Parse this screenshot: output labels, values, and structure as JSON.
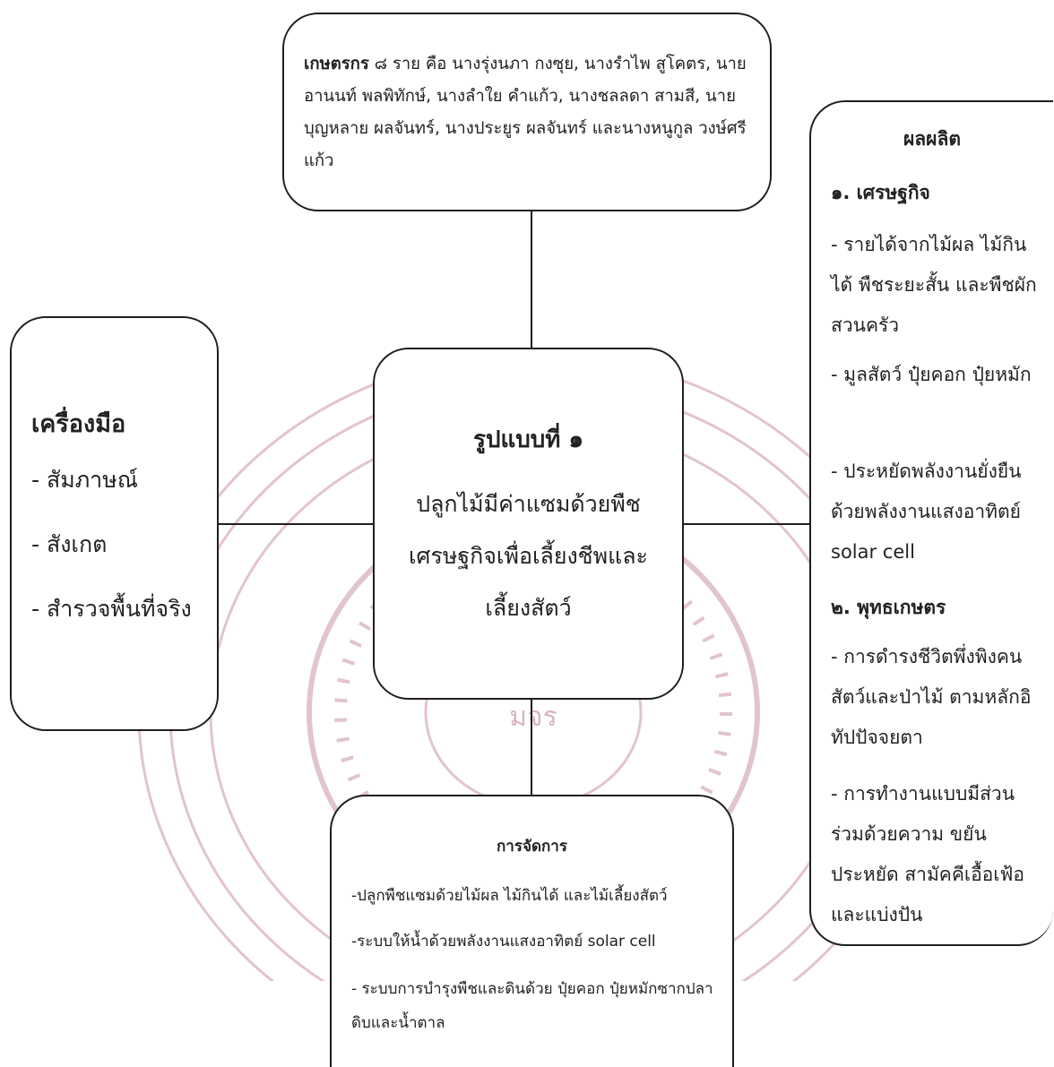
{
  "farmers": {
    "label": "เกษตรกร",
    "text": " ๘ ราย คือ นางรุ่งนภา กงซุย, นางรำไพ สูโคตร, นายอานนท์ พลพิทักษ์, นางลำใย คำแก้ว, นางชลลดา สามสี, นายบุญหลาย ผลจันทร์, นางประยูร ผลจันทร์ และนางหนูกูล วงษ์ศรีแก้ว"
  },
  "tools": {
    "title": "เครื่องมือ",
    "items": [
      "- สัมภาษณ์",
      "- สังเกต",
      "- สำรวจพื้นที่จริง"
    ]
  },
  "center": {
    "title": "รูปแบบที่ ๑",
    "description": "ปลูกไม้มีค่าแซมด้วยพืชเศรษฐกิจเพื่อเลี้ยงชีพและเลี้ยงสัตว์"
  },
  "products": {
    "title": "ผลผลิต",
    "section1": {
      "heading": "๑. เศรษฐกิจ",
      "items": [
        "- รายได้จากไม้ผล ไม้กินได้ พืชระยะสั้น และพืชผักสวนครัว",
        "- มูลสัตว์ ปุ๋ยคอก ปุ๋ยหมัก",
        "- ประหยัดพลังงานยั่งยืน ด้วยพลังงานแสงอาทิตย์ solar cell"
      ]
    },
    "section2": {
      "heading": "๒. พุทธเกษตร",
      "items": [
        "- การดำรงชีวิตพึ่งพิงคน สัตว์และป่าไม้ ตามหลักอิทัปปัจจยตา",
        "- การทำงานแบบมีส่วนร่วมด้วยความ ขยัน ประหยัด สามัคคีเอื้อเฟ้อ และแบ่งปัน"
      ]
    }
  },
  "management": {
    "title": "การจัดการ",
    "items": [
      "-ปลูกพืชแซมด้วยไม้ผล ไม้กินได้ และไม้เลี้ยงสัตว์",
      "-ระบบให้น้ำด้วยพลังงานแสงอาทิตย์ solar cell",
      "- ระบบการบำรุงพืชและดินด้วย ปุ๋ยคอก ปุ๋ยหมักซากปลาดิบและน้ำตาล"
    ]
  },
  "watermark": {
    "color": "#d9b3c4",
    "seal_text": "มจร"
  }
}
